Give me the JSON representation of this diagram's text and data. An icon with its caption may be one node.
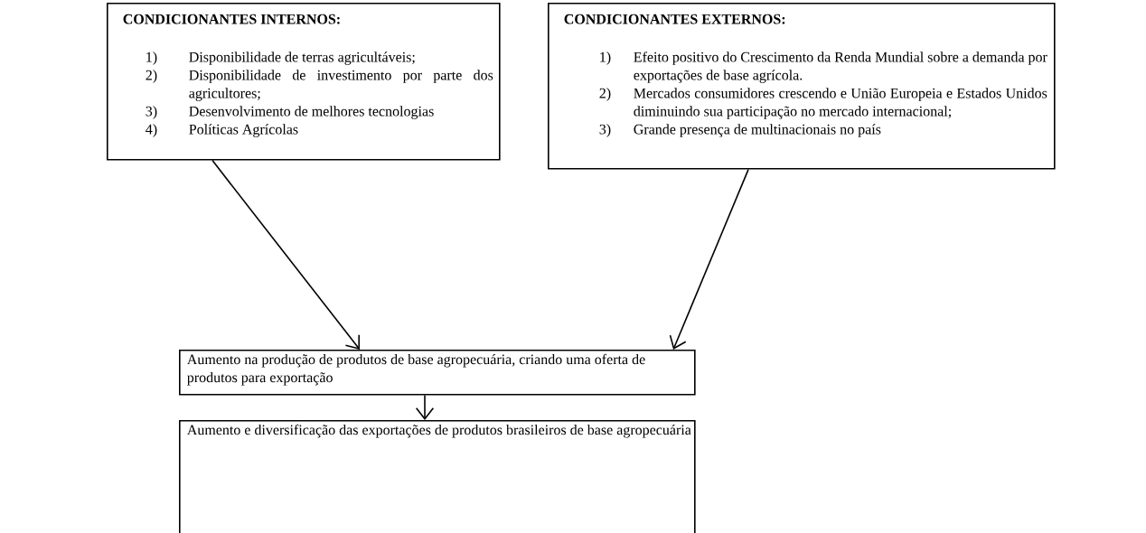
{
  "diagram": {
    "nodes": [
      {
        "text": [
          "CONDICIONANTES INTERNOS:",
          "1)",
          "Disponibilidade de terras agricultáveis;",
          "2)",
          "Disponibilidade de investimento por parte dos agricultores;",
          "3)",
          "Desenvolvimento de melhores tecnologias",
          "4)",
          "Políticas Agrícolas"
        ]
      },
      {
        "text": [
          "CONDICIONANTES EXTERNOS:",
          "1)",
          "Efeito positivo do Crescimento da Renda Mundial sobre a demanda por exportações de base agrícola.",
          "2)",
          "Mercados consumidores crescendo e União Europeia e Estados Unidos diminuindo sua participação no mercado internacional;",
          "3)",
          "Grande presença de multinacionais no país"
        ]
      },
      {
        "text": [
          "Aumento na produção de produtos de base agropecuária, criando uma oferta de produtos para exportação"
        ]
      },
      {
        "text": [
          "Aumento e diversificação das exportações de produtos brasileiros de base agropecuária"
        ]
      }
    ],
    "edges": [
      {
        "from": 0,
        "to": 2,
        "arrow": "to"
      },
      {
        "from": 1,
        "to": 2,
        "arrow": "to"
      },
      {
        "from": 2,
        "to": 3,
        "arrow": "to"
      }
    ]
  }
}
